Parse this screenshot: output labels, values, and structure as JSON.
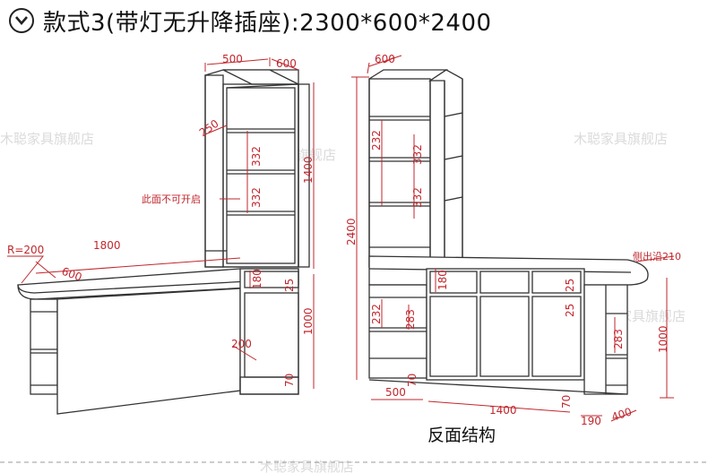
{
  "header": {
    "title": "款式3(带灯无升降插座):2300*600*2400",
    "icon": "chevron-down-circle-icon"
  },
  "watermark": "木聪家具旗舰店",
  "front_view": {
    "dims": {
      "top_width": "500",
      "top_depth": "600",
      "shelf_depth": "250",
      "shelf_gap_1": "332",
      "shelf_gap_2": "332",
      "tower_height": "1400",
      "counter_length": "1800",
      "counter_depth": "600",
      "radius": "R=200",
      "drawer_h": "180",
      "top_thk": "25",
      "base_h": "1000",
      "cab_depth": "200",
      "kick": "70"
    },
    "note": "此面不可开启"
  },
  "back_view": {
    "dims": {
      "top_depth": "600",
      "shelf_a": "232",
      "shelf_b": "332",
      "shelf_c": "332",
      "total_h": "2400",
      "drawer_h": "180",
      "top_thk_1": "25",
      "top_thk_2": "25",
      "lower_a": "232",
      "lower_b": "283",
      "side_283": "283",
      "side_1000": "1000",
      "side_w": "500",
      "kick": "70",
      "length": "1400",
      "kick_2": "70",
      "end_190": "190",
      "end_400": "400"
    },
    "note": "侧出沿210"
  },
  "caption": "反面结构"
}
